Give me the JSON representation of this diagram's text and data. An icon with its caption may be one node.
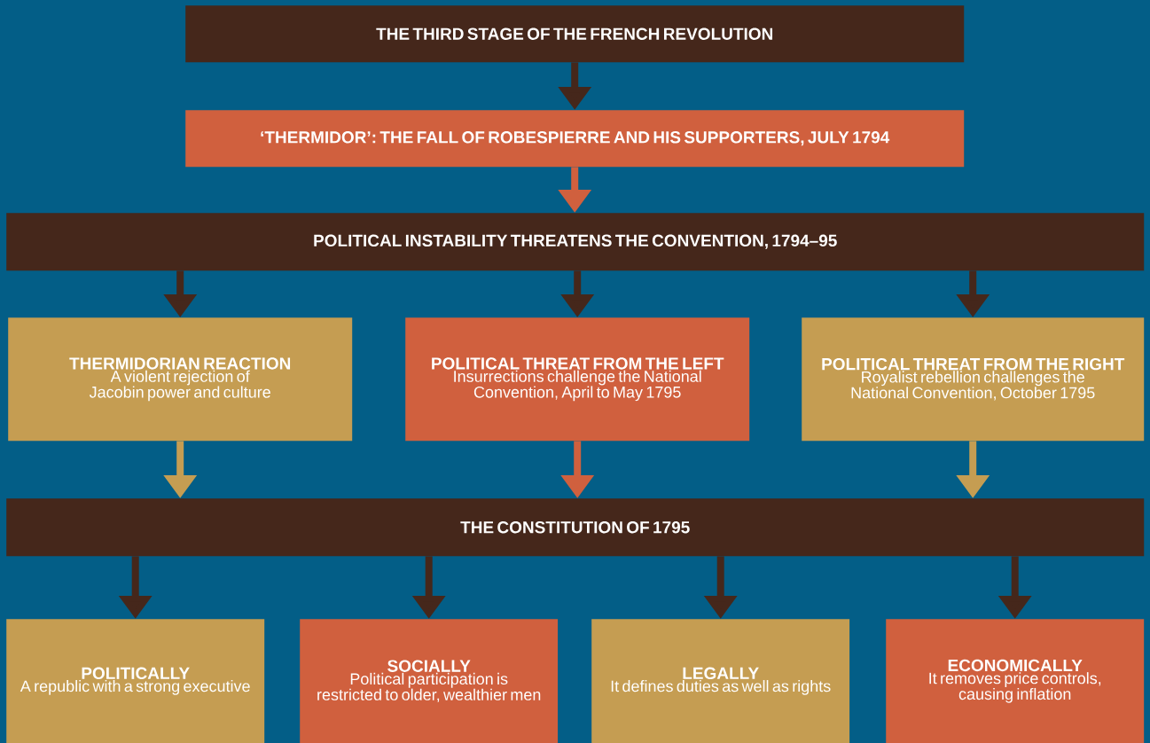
{
  "diagram": {
    "nodes": [
      {
        "text": [
          "THE THIRD STAGE OF THE FRENCH REVOLUTION"
        ]
      },
      {
        "text": [
          "‘THERMIDOR’: THE FALL OF ROBESPIERRE AND HIS SUPPORTERS, JULY 1794"
        ]
      },
      {
        "text": [
          "POLITICAL INSTABILITY THREATENS THE CONVENTION, 1794–95"
        ]
      },
      {
        "text": [
          "THERMIDORIAN REACTION",
          "A violent rejection of Jacobin power and culture"
        ]
      },
      {
        "text": [
          "POLITICAL THREAT FROM THE LEFT",
          "Insurrections challenge the National Convention, April to May 1795"
        ]
      },
      {
        "text": [
          "POLITICAL THREAT FROM THE RIGHT",
          "Royalist rebellion challenges the National Convention, October 1795"
        ]
      },
      {
        "text": [
          "THE CONSTITUTION OF 1795"
        ]
      },
      {
        "text": [
          "POLITICALLY",
          "A republic with a strong executive"
        ]
      },
      {
        "text": [
          "SOCIALLY",
          "Political participation is restricted to older, wealthier men"
        ]
      },
      {
        "text": [
          "LEGALLY",
          "It defines duties as well as rights"
        ]
      },
      {
        "text": [
          "ECONOMICALLY",
          "It removes price controls, causing inflation"
        ]
      }
    ],
    "edges": [
      {
        "from": 0,
        "to": 1,
        "arrow": "to"
      },
      {
        "from": 1,
        "to": 2,
        "arrow": "to",
        "color": "#d0603e"
      },
      {
        "from": 2,
        "to": 3,
        "arrow": "to"
      },
      {
        "from": 2,
        "to": 4,
        "arrow": "to"
      },
      {
        "from": 2,
        "to": 5,
        "arrow": "to"
      },
      {
        "from": 3,
        "to": 6,
        "arrow": "to",
        "color": "#c59d52"
      },
      {
        "from": 4,
        "to": 6,
        "arrow": "to",
        "color": "#d0603e"
      },
      {
        "from": 5,
        "to": 6,
        "arrow": "to",
        "color": "#c59d52"
      },
      {
        "from": 6,
        "to": 7,
        "arrow": "to"
      },
      {
        "from": 6,
        "to": 8,
        "arrow": "to"
      },
      {
        "from": 6,
        "to": 9,
        "arrow": "to"
      },
      {
        "from": 6,
        "to": 10,
        "arrow": "to"
      }
    ]
  }
}
